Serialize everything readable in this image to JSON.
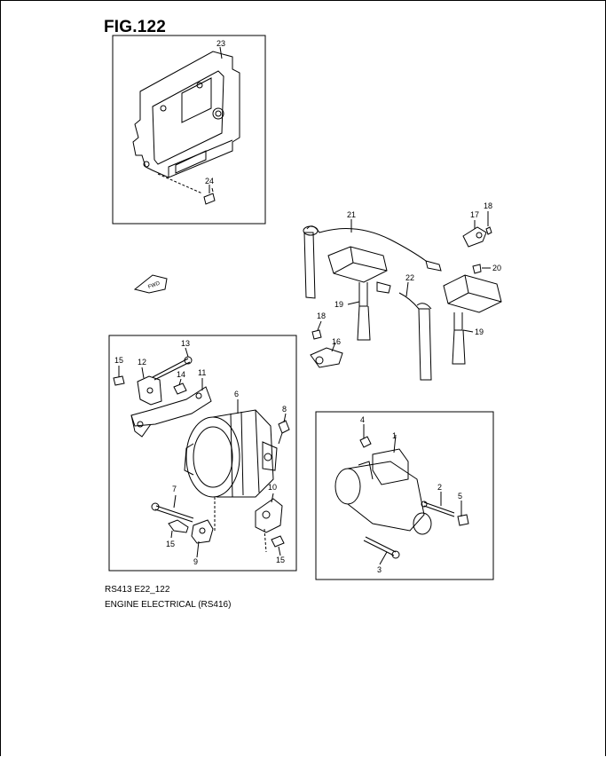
{
  "figure": {
    "title": "FIG.122",
    "code": "RS413 E22_122",
    "caption": "ENGINE ELECTRICAL (RS416)"
  },
  "callouts": {
    "c1": "1",
    "c2": "2",
    "c3": "3",
    "c4": "4",
    "c5": "5",
    "c6": "6",
    "c7": "7",
    "c8": "8",
    "c9": "9",
    "c10": "10",
    "c11": "11",
    "c12": "12",
    "c13": "13",
    "c14": "14",
    "c15a": "15",
    "c15b": "15",
    "c15c": "15",
    "c16": "16",
    "c17": "17",
    "c18a": "18",
    "c18b": "18",
    "c19a": "19",
    "c19b": "19",
    "c20": "20",
    "c21": "21",
    "c22": "22",
    "c23": "23",
    "c24": "24"
  },
  "front_mark": "FWD"
}
